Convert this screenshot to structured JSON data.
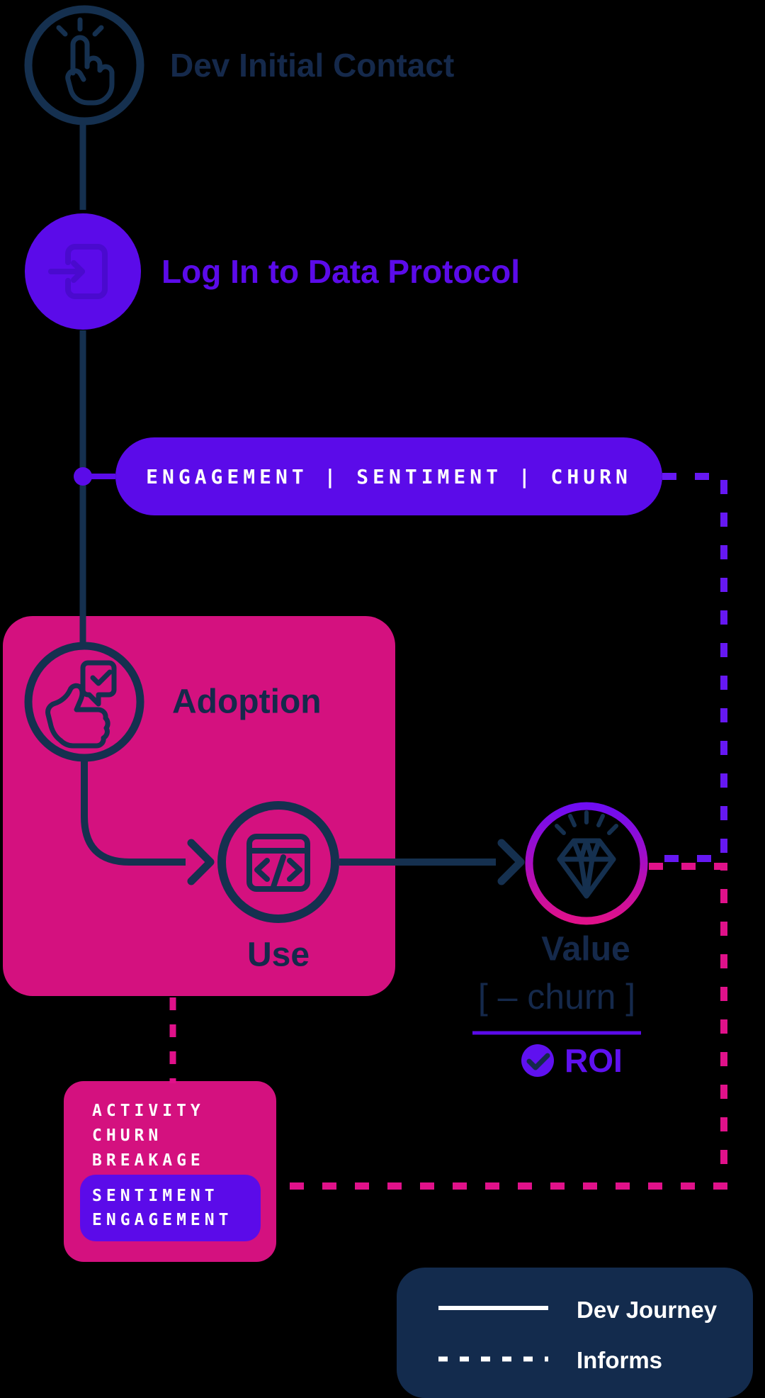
{
  "title": "Developer journey diagram",
  "colors": {
    "background": "#000000",
    "navy": "#15304F",
    "navy_text": "#15294B",
    "purple": "#5B0BE9",
    "purple_dash": "#6618F2",
    "pink": "#D4117F",
    "pink_dash": "#E0118A",
    "white": "#FFFFFF",
    "legend_bg": "#132B4D"
  },
  "nodes": {
    "initial_contact": {
      "label": "Dev Initial Contact",
      "icon": "hand-click-icon"
    },
    "login": {
      "label": "Log In to Data Protocol",
      "icon": "log-in-icon"
    },
    "adoption": {
      "label": "Adoption",
      "icon": "thumbs-up-card-icon"
    },
    "use": {
      "label": "Use",
      "icon": "code-window-icon"
    },
    "value": {
      "label": "Value",
      "sub_label": "[ – churn ]",
      "icon": "diamond-icon"
    },
    "roi": {
      "label": "ROI",
      "icon": "check-circle-icon"
    }
  },
  "pill": {
    "text": "ENGAGEMENT | SENTIMENT | CHURN"
  },
  "metrics_box": {
    "plain_items": [
      "ACTIVITY",
      "CHURN",
      "BREAKAGE"
    ],
    "highlighted_items": [
      "SENTIMENT",
      "ENGAGEMENT"
    ]
  },
  "legend": {
    "items": [
      {
        "style": "solid",
        "label": "Dev Journey"
      },
      {
        "style": "dashed",
        "label": "Informs"
      }
    ]
  }
}
